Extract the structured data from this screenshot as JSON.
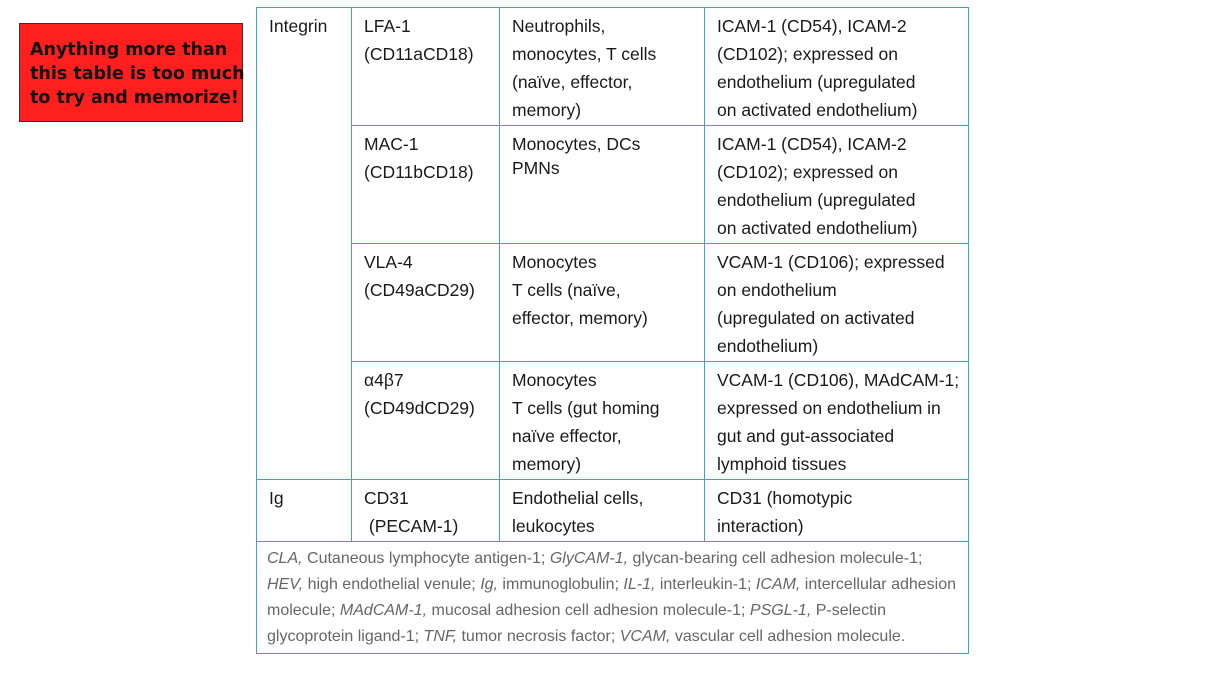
{
  "callout": {
    "lines": [
      "Anything more than",
      "this table is too much",
      "to try and memorize!"
    ],
    "bg_color": "#ff1f1f"
  },
  "table": {
    "border_color": "#3aa8b8",
    "rows": [
      {
        "family": "Integrin",
        "molecule": [
          "LFA-1",
          "(CD11aCD18)"
        ],
        "cells": [
          "Neutrophils,",
          "monocytes, T cells",
          "(naïve, effector,",
          "memory)"
        ],
        "ligand": [
          "ICAM-1 (CD54), ICAM-2",
          "(CD102); expressed on",
          "endothelium (upregulated",
          "on activated endothelium)"
        ]
      },
      {
        "family": "",
        "molecule": [
          "MAC-1",
          "(CD11bCD18)"
        ],
        "cells": [
          "Monocytes, DCs",
          "PMNs"
        ],
        "ligand": [
          "ICAM-1 (CD54), ICAM-2",
          "(CD102); expressed on",
          "endothelium (upregulated",
          "on activated endothelium)"
        ]
      },
      {
        "family": "",
        "molecule": [
          "VLA-4",
          "(CD49aCD29)"
        ],
        "cells": [
          "Monocytes",
          "T cells (naïve,",
          "effector, memory)"
        ],
        "ligand": [
          "VCAM-1 (CD106); expressed",
          "on endothelium",
          "(upregulated on activated",
          "endothelium)"
        ]
      },
      {
        "family": "",
        "molecule": [
          "α4β7",
          "(CD49dCD29)"
        ],
        "cells": [
          "Monocytes",
          "T cells (gut homing",
          "naïve effector,",
          "memory)"
        ],
        "ligand": [
          "VCAM-1 (CD106), MAdCAM-1;",
          "expressed on endothelium in",
          "gut and gut-associated",
          "lymphoid tissues"
        ]
      },
      {
        "family": "Ig",
        "molecule": [
          "CD31",
          " (PECAM-1)"
        ],
        "cells": [
          "Endothelial cells,",
          "leukocytes"
        ],
        "ligand": [
          "CD31 (homotypic",
          "interaction)"
        ]
      }
    ],
    "notes": [
      {
        "abbr": "CLA,",
        "def": " Cutaneous lymphocyte antigen-1; "
      },
      {
        "abbr": "GlyCAM-1,",
        "def": " glycan-bearing cell adhesion molecule-1; "
      },
      {
        "abbr": "HEV,",
        "def": " high endothelial venule; "
      },
      {
        "abbr": "Ig,",
        "def": " immunoglobulin; "
      },
      {
        "abbr": "IL-1,",
        "def": " interleukin-1; "
      },
      {
        "abbr": "ICAM,",
        "def": " intercellular adhesion molecule; "
      },
      {
        "abbr": "MAdCAM-1,",
        "def": " mucosal adhesion cell adhesion molecule-1; "
      },
      {
        "abbr": "PSGL-1,",
        "def": " P-selectin glycoprotein ligand-1; "
      },
      {
        "abbr": "TNF,",
        "def": " tumor necrosis factor; "
      },
      {
        "abbr": "VCAM,",
        "def": " vascular cell adhesion molecule."
      }
    ]
  }
}
